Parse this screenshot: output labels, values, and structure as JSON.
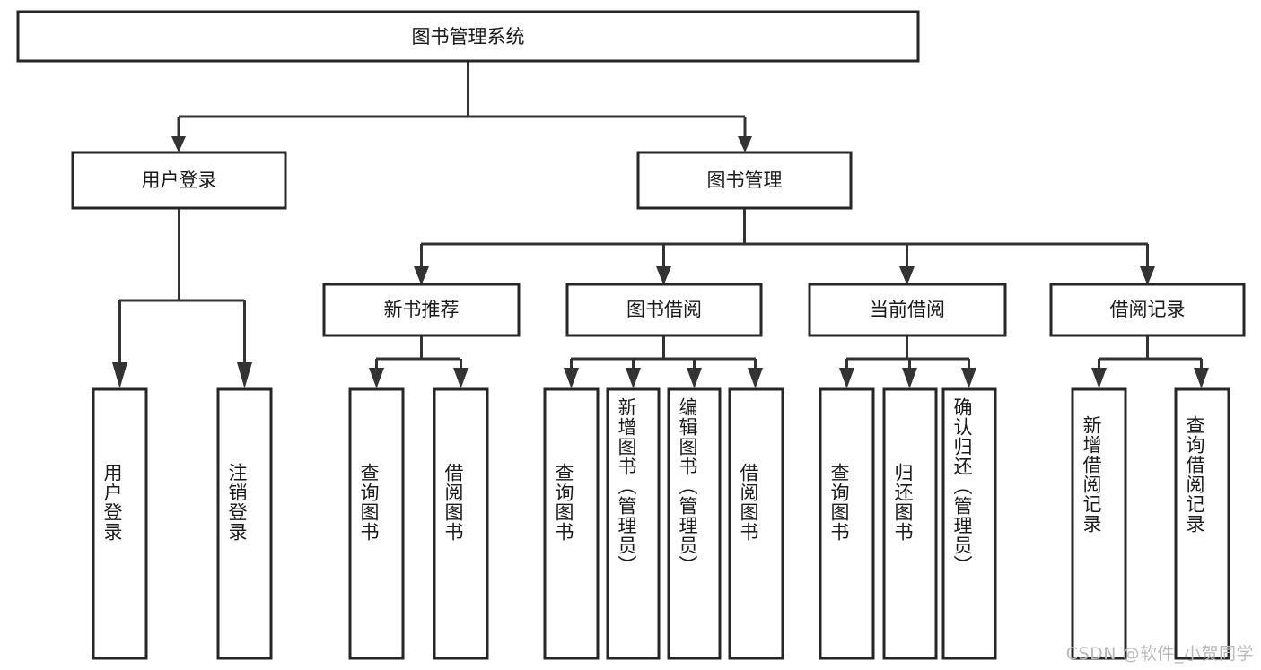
{
  "diagram": {
    "type": "tree",
    "title": "图书管理系统",
    "orientation": "top-down",
    "colors": {
      "box_stroke": "#262626",
      "box_fill": "#ffffff",
      "connector": "#333333",
      "text": "#1a1a1a",
      "watermark": "#b9b9b9",
      "background": "#ffffff"
    },
    "root": {
      "label": "图书管理系统"
    },
    "level2": [
      {
        "label": "用户登录"
      },
      {
        "label": "图书管理"
      }
    ],
    "level3": [
      {
        "label": "新书推荐"
      },
      {
        "label": "图书借阅"
      },
      {
        "label": "当前借阅"
      },
      {
        "label": "借阅记录"
      }
    ],
    "leaves": {
      "user_login": [
        {
          "label": "用户登录"
        },
        {
          "label": "注销登录"
        }
      ],
      "new_book_recommend": [
        {
          "label": "查询图书"
        },
        {
          "label": "借阅图书"
        }
      ],
      "book_borrow": [
        {
          "label": "查询图书"
        },
        {
          "label": "新增图书（管理员）"
        },
        {
          "label": "编辑图书（管理员）"
        },
        {
          "label": "借阅图书"
        }
      ],
      "current_borrow": [
        {
          "label": "查询图书"
        },
        {
          "label": "归还图书"
        },
        {
          "label": "确认归还（管理员）"
        }
      ],
      "borrow_record": [
        {
          "label": "新增借阅记录"
        },
        {
          "label": "查询借阅记录"
        }
      ]
    },
    "watermark": "CSDN @软件_小贺同学"
  }
}
